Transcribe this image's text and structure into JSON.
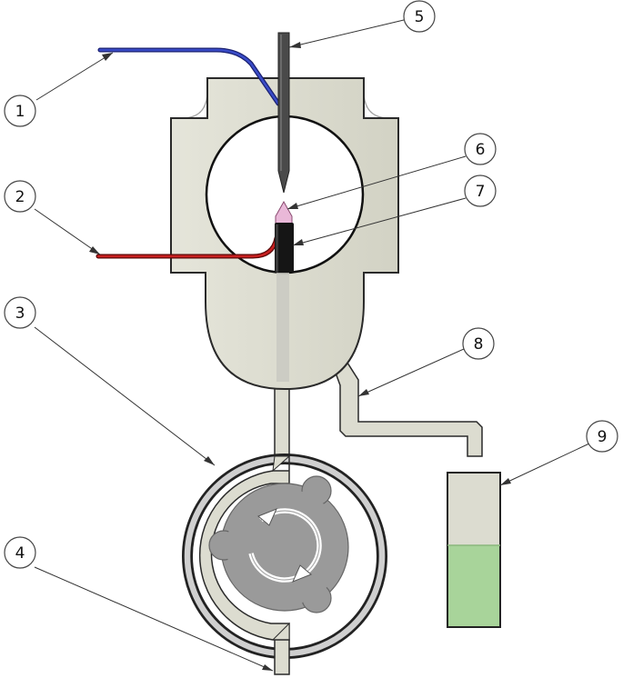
{
  "callouts": [
    {
      "id": "1",
      "label": "1"
    },
    {
      "id": "2",
      "label": "2"
    },
    {
      "id": "3",
      "label": "3"
    },
    {
      "id": "4",
      "label": "4"
    },
    {
      "id": "5",
      "label": "5"
    },
    {
      "id": "6",
      "label": "6"
    },
    {
      "id": "7",
      "label": "7"
    },
    {
      "id": "8",
      "label": "8"
    },
    {
      "id": "9",
      "label": "9"
    }
  ],
  "colors": {
    "body_fill": "#dcdcd0",
    "body_stroke": "#2a2a2a",
    "blue_wire": "#2432a0",
    "red_wire": "#a01010",
    "needle": "#4a4a4a",
    "plasma_tip": "#e9b8d8",
    "electrode": "#151515",
    "pump_rotor": "#9a9a9a",
    "liquid": "#a8d49a",
    "container_empty": "#dcdcd0"
  },
  "icons": {
    "rotation": "rotation-arrows-icon"
  }
}
